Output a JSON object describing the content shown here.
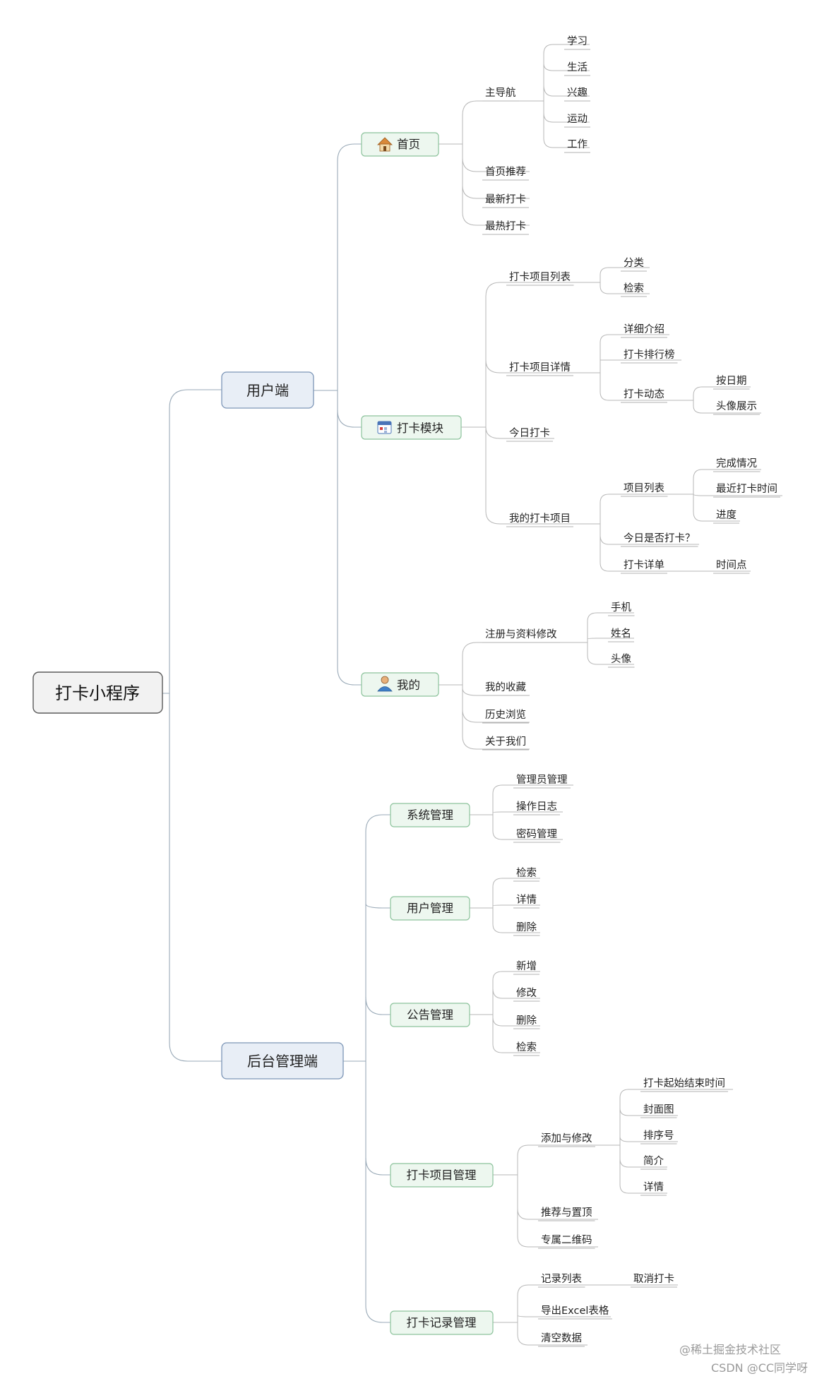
{
  "root": "打卡小程序",
  "user_end": {
    "label": "用户端",
    "home": {
      "label": "首页",
      "icon": "house-icon",
      "main_nav": {
        "label": "主导航",
        "items": [
          "学习",
          "生活",
          "兴趣",
          "运动",
          "工作"
        ]
      },
      "items": [
        "首页推荐",
        "最新打卡",
        "最热打卡"
      ]
    },
    "checkin_module": {
      "label": "打卡模块",
      "icon": "calendar-icon",
      "project_list": {
        "label": "打卡项目列表",
        "items": [
          "分类",
          "检索"
        ]
      },
      "project_detail": {
        "label": "打卡项目详情",
        "items": [
          "详细介绍",
          "打卡排行榜"
        ],
        "dynamics": {
          "label": "打卡动态",
          "items": [
            "按日期",
            "头像展示"
          ]
        }
      },
      "today": "今日打卡",
      "my_projects": {
        "label": "我的打卡项目",
        "list": {
          "label": "项目列表",
          "items": [
            "完成情况",
            "最近打卡时间",
            "进度"
          ]
        },
        "today_done": "今日是否打卡？",
        "detail": {
          "label": "打卡详单",
          "items": [
            "时间点"
          ]
        }
      }
    },
    "mine": {
      "label": "我的",
      "icon": "person-icon",
      "register": {
        "label": "注册与资料修改",
        "items": [
          "手机",
          "姓名",
          "头像"
        ]
      },
      "items": [
        "我的收藏",
        "历史浏览",
        "关于我们"
      ]
    }
  },
  "admin_end": {
    "label": "后台管理端",
    "system": {
      "label": "系统管理",
      "items": [
        "管理员管理",
        "操作日志",
        "密码管理"
      ]
    },
    "users": {
      "label": "用户管理",
      "items": [
        "检索",
        "详情",
        "删除"
      ]
    },
    "notice": {
      "label": "公告管理",
      "items": [
        "新增",
        "修改",
        "删除",
        "检索"
      ]
    },
    "project_mgmt": {
      "label": "打卡项目管理",
      "edit": {
        "label": "添加与修改",
        "items": [
          "打卡起始结束时间",
          "封面图",
          "排序号",
          "简介",
          "详情"
        ]
      },
      "items": [
        "推荐与置顶",
        "专属二维码"
      ]
    },
    "record_mgmt": {
      "label": "打卡记录管理",
      "list": {
        "label": "记录列表",
        "items": [
          "取消打卡"
        ]
      },
      "items": [
        "导出Excel表格",
        "清空数据"
      ]
    }
  },
  "watermarks": [
    "@稀土掘金技术社区",
    "CSDN @CC同学呀"
  ],
  "colors": {
    "root_fill": "#f2f2f2",
    "root_border": "#5a5a5a",
    "l1_fill": "#e8eef6",
    "l1_border": "#7d96b7",
    "l2_fill": "#edf7ef",
    "l2_border": "#8dc39c"
  }
}
